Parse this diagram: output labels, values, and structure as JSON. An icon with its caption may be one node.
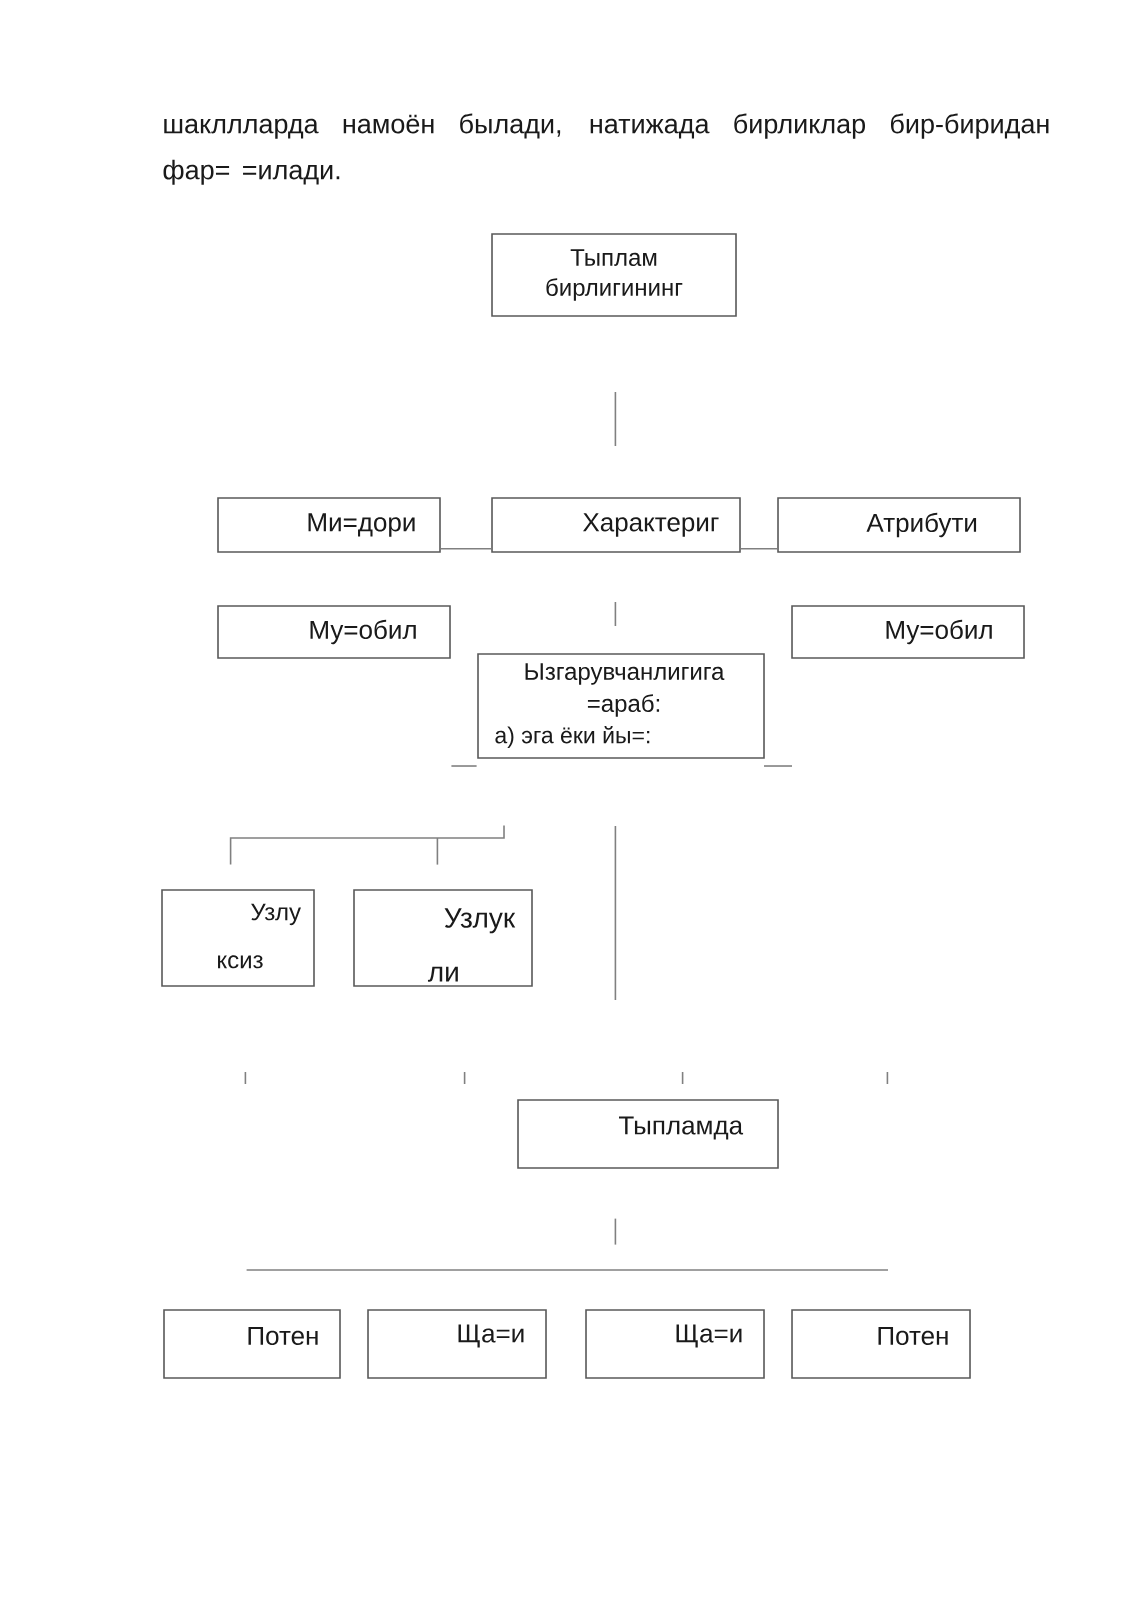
{
  "diagram": {
    "nodes": [
      {
        "text": [
          "Тыплам бирлигининг"
        ]
      },
      {
        "text": [
          "Ми=дори"
        ]
      },
      {
        "text": [
          "Характериг"
        ]
      },
      {
        "text": [
          "Атрибути"
        ]
      },
      {
        "text": [
          "Му=обил"
        ]
      },
      {
        "text": [
          "Ызгарувчанлигига =араб:",
          "а) эга ёки йы=:"
        ]
      },
      {
        "text": [
          "Му=обил"
        ]
      },
      {
        "text": [
          "Узлу ксиз"
        ]
      },
      {
        "text": [
          "Узлук ли"
        ]
      },
      {
        "text": [
          "Тыпламда"
        ]
      },
      {
        "text": [
          "Потен"
        ]
      },
      {
        "text": [
          "Ща=и"
        ]
      },
      {
        "text": [
          "Ща=и"
        ]
      },
      {
        "text": [
          "Потен"
        ]
      }
    ],
    "edges": [
      {
        "from": 2,
        "to": 1,
        "arrow": "none"
      },
      {
        "from": 2,
        "to": 3,
        "arrow": "none"
      }
    ],
    "labels": [
      "шакллларда намоён былади, натижада бирликлар бир-биридан фар= =илади."
    ]
  }
}
